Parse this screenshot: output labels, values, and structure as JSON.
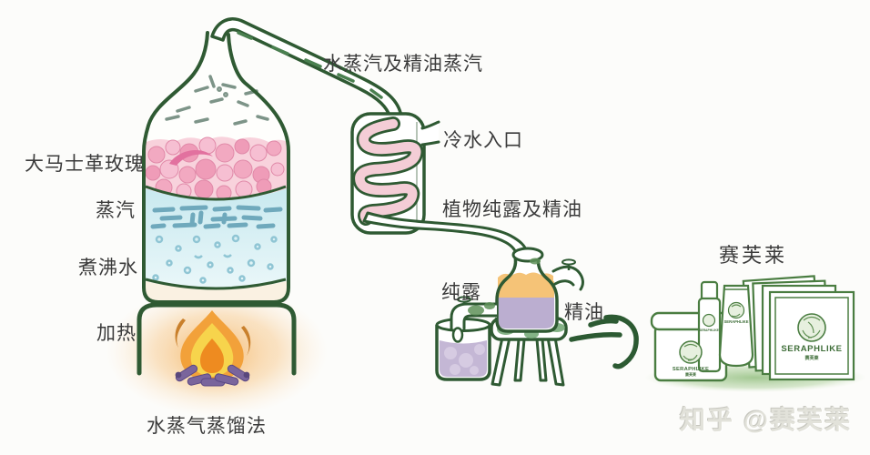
{
  "diagram": {
    "title": "水蒸气蒸馏法",
    "labels": {
      "vapor_line": "水蒸汽及精油蒸汽",
      "cold_water_inlet": "冷水入口",
      "damascus_rose": "大马士革玫瑰",
      "steam": "蒸汽",
      "boiling_water": "煮沸水",
      "heating": "加热",
      "hydrosol_and_oil": "植物纯露及精油",
      "hydrosol": "纯露",
      "essential_oil": "精油"
    }
  },
  "products": {
    "brand_cn": "赛芙莱",
    "brand_en": "SERAPHLIKE"
  },
  "watermark": "知乎 @赛芙莱",
  "colors": {
    "outline_green": "#2f5a33",
    "product_green": "#4a7d41",
    "rose_pink": "#f1a9c0",
    "water_blue": "#cdecf1",
    "coil_pink": "#f4cdd6",
    "flame_yellow": "#f7d44c",
    "flame_orange": "#ee8b20",
    "oil_orange": "#f5c377",
    "hydrosol_purple": "#c0b3d2",
    "glow_peach": "#f7c98d"
  }
}
